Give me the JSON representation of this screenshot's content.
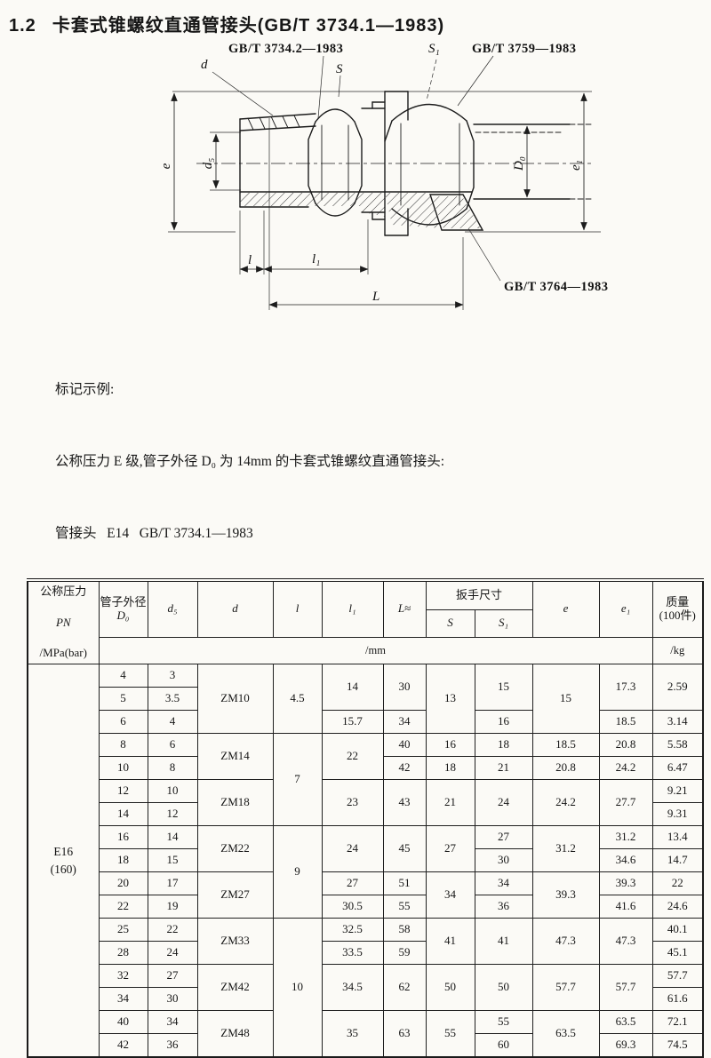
{
  "page": {
    "section_number": "1.2",
    "title": "卡套式锥螺纹直通管接头(GB/T 3734.1—1983)"
  },
  "drawing": {
    "labels": {
      "ref_coupling": "GB/T 3734.2—1983",
      "ref_nut_std": "GB/T 3759—1983",
      "ref_ferrule_std": "GB/T 3764—1983",
      "d": "d",
      "S": "S",
      "S1": "S₁",
      "e": "e",
      "ds": "d₅",
      "D0": "D₀",
      "e1": "e₁",
      "l": "l",
      "l1": "l₁",
      "L": "L"
    }
  },
  "example": {
    "heading": "标记示例:",
    "line1": "公称压力 E 级,管子外径 D₀ 为 14mm 的卡套式锥螺纹直通管接头:",
    "line2": "管接头   E14   GB/T 3734.1—1983"
  },
  "table": {
    "header": {
      "pressure_line1": "公称压力",
      "pressure_line2": "PN",
      "pressure_unit": "/MPa(bar)",
      "pipe_od_line1": "管子外径",
      "pipe_od_line2": "D₀",
      "ds": "d₅",
      "d": "d",
      "l": "l",
      "l1": "l₁",
      "L": "L≈",
      "wrench": "扳手尺寸",
      "S": "S",
      "S1": "S₁",
      "e": "e",
      "e1": "e₁",
      "mass_line1": "质量",
      "mass_line2": "(100件)",
      "unit_mm": "/mm",
      "unit_kg": "/kg"
    },
    "pressure": {
      "line1": "E16",
      "line2": "(160)"
    },
    "body_rows": [
      [
        {
          "t": "E16",
          "t2": "(160)",
          "rs": 17,
          "n": "pressure-value-cell",
          "cls": "pn-val"
        },
        {
          "t": "4"
        },
        {
          "t": "3"
        },
        {
          "t": "ZM10",
          "rs": 3
        },
        {
          "t": "4.5",
          "rs": 3
        },
        {
          "t": "14",
          "rs": 2
        },
        {
          "t": "30",
          "rs": 2
        },
        {
          "t": "13",
          "rs": 3
        },
        {
          "t": "15",
          "rs": 2
        },
        {
          "t": "15",
          "rs": 3
        },
        {
          "t": "17.3",
          "rs": 2
        },
        {
          "t": "2.59",
          "rs": 2
        }
      ],
      [
        {
          "t": "5"
        },
        {
          "t": "3.5"
        }
      ],
      [
        {
          "t": "6"
        },
        {
          "t": "4"
        },
        {
          "t": "15.7"
        },
        {
          "t": "34"
        },
        {
          "t": "16"
        },
        {
          "t": "18.5"
        },
        {
          "t": "3.14"
        }
      ],
      [
        {
          "t": "8"
        },
        {
          "t": "6"
        },
        {
          "t": "ZM14",
          "rs": 2
        },
        {
          "t": "7",
          "rs": 4
        },
        {
          "t": "22",
          "rs": 2
        },
        {
          "t": "40"
        },
        {
          "t": "16"
        },
        {
          "t": "18"
        },
        {
          "t": "18.5"
        },
        {
          "t": "20.8"
        },
        {
          "t": "5.58"
        }
      ],
      [
        {
          "t": "10"
        },
        {
          "t": "8"
        },
        {
          "t": "42"
        },
        {
          "t": "18"
        },
        {
          "t": "21"
        },
        {
          "t": "20.8"
        },
        {
          "t": "24.2"
        },
        {
          "t": "6.47"
        }
      ],
      [
        {
          "t": "12"
        },
        {
          "t": "10"
        },
        {
          "t": "ZM18",
          "rs": 2
        },
        {
          "t": "23",
          "rs": 2
        },
        {
          "t": "43",
          "rs": 2
        },
        {
          "t": "21",
          "rs": 2
        },
        {
          "t": "24",
          "rs": 2
        },
        {
          "t": "24.2",
          "rs": 2
        },
        {
          "t": "27.7",
          "rs": 2
        },
        {
          "t": "9.21"
        }
      ],
      [
        {
          "t": "14"
        },
        {
          "t": "12"
        },
        {
          "t": "9.31"
        }
      ],
      [
        {
          "t": "16"
        },
        {
          "t": "14"
        },
        {
          "t": "ZM22",
          "rs": 2
        },
        {
          "t": "9",
          "rs": 4
        },
        {
          "t": "24",
          "rs": 2
        },
        {
          "t": "45",
          "rs": 2
        },
        {
          "t": "27",
          "rs": 2
        },
        {
          "t": "27"
        },
        {
          "t": "31.2",
          "rs": 2
        },
        {
          "t": "31.2"
        },
        {
          "t": "13.4"
        }
      ],
      [
        {
          "t": "18"
        },
        {
          "t": "15"
        },
        {
          "t": "30"
        },
        {
          "t": "34.6"
        },
        {
          "t": "14.7"
        }
      ],
      [
        {
          "t": "20"
        },
        {
          "t": "17"
        },
        {
          "t": "ZM27",
          "rs": 2
        },
        {
          "t": "27"
        },
        {
          "t": "51"
        },
        {
          "t": "34",
          "rs": 2
        },
        {
          "t": "34"
        },
        {
          "t": "39.3",
          "rs": 2
        },
        {
          "t": "39.3"
        },
        {
          "t": "22"
        }
      ],
      [
        {
          "t": "22"
        },
        {
          "t": "19"
        },
        {
          "t": "30.5"
        },
        {
          "t": "55"
        },
        {
          "t": "36"
        },
        {
          "t": "41.6"
        },
        {
          "t": "24.6"
        }
      ],
      [
        {
          "t": "25"
        },
        {
          "t": "22"
        },
        {
          "t": "ZM33",
          "rs": 2
        },
        {
          "t": "10",
          "rs": 6
        },
        {
          "t": "32.5"
        },
        {
          "t": "58"
        },
        {
          "t": "41",
          "rs": 2
        },
        {
          "t": "41",
          "rs": 2
        },
        {
          "t": "47.3",
          "rs": 2
        },
        {
          "t": "47.3",
          "rs": 2
        },
        {
          "t": "40.1"
        }
      ],
      [
        {
          "t": "28"
        },
        {
          "t": "24"
        },
        {
          "t": "33.5"
        },
        {
          "t": "59"
        },
        {
          "t": "45.1"
        }
      ],
      [
        {
          "t": "32"
        },
        {
          "t": "27"
        },
        {
          "t": "ZM42",
          "rs": 2
        },
        {
          "t": "34.5",
          "rs": 2
        },
        {
          "t": "62",
          "rs": 2
        },
        {
          "t": "50",
          "rs": 2
        },
        {
          "t": "50",
          "rs": 2
        },
        {
          "t": "57.7",
          "rs": 2
        },
        {
          "t": "57.7",
          "rs": 2
        },
        {
          "t": "57.7"
        }
      ],
      [
        {
          "t": "34"
        },
        {
          "t": "30"
        },
        {
          "t": "61.6"
        }
      ],
      [
        {
          "t": "40"
        },
        {
          "t": "34"
        },
        {
          "t": "ZM48",
          "rs": 2
        },
        {
          "t": "35",
          "rs": 2
        },
        {
          "t": "63",
          "rs": 2
        },
        {
          "t": "55",
          "rs": 2
        },
        {
          "t": "55"
        },
        {
          "t": "63.5",
          "rs": 2
        },
        {
          "t": "63.5"
        },
        {
          "t": "72.1"
        }
      ],
      [
        {
          "t": "42"
        },
        {
          "t": "36"
        },
        {
          "t": "60"
        },
        {
          "t": "69.3"
        },
        {
          "t": "74.5"
        }
      ]
    ]
  }
}
